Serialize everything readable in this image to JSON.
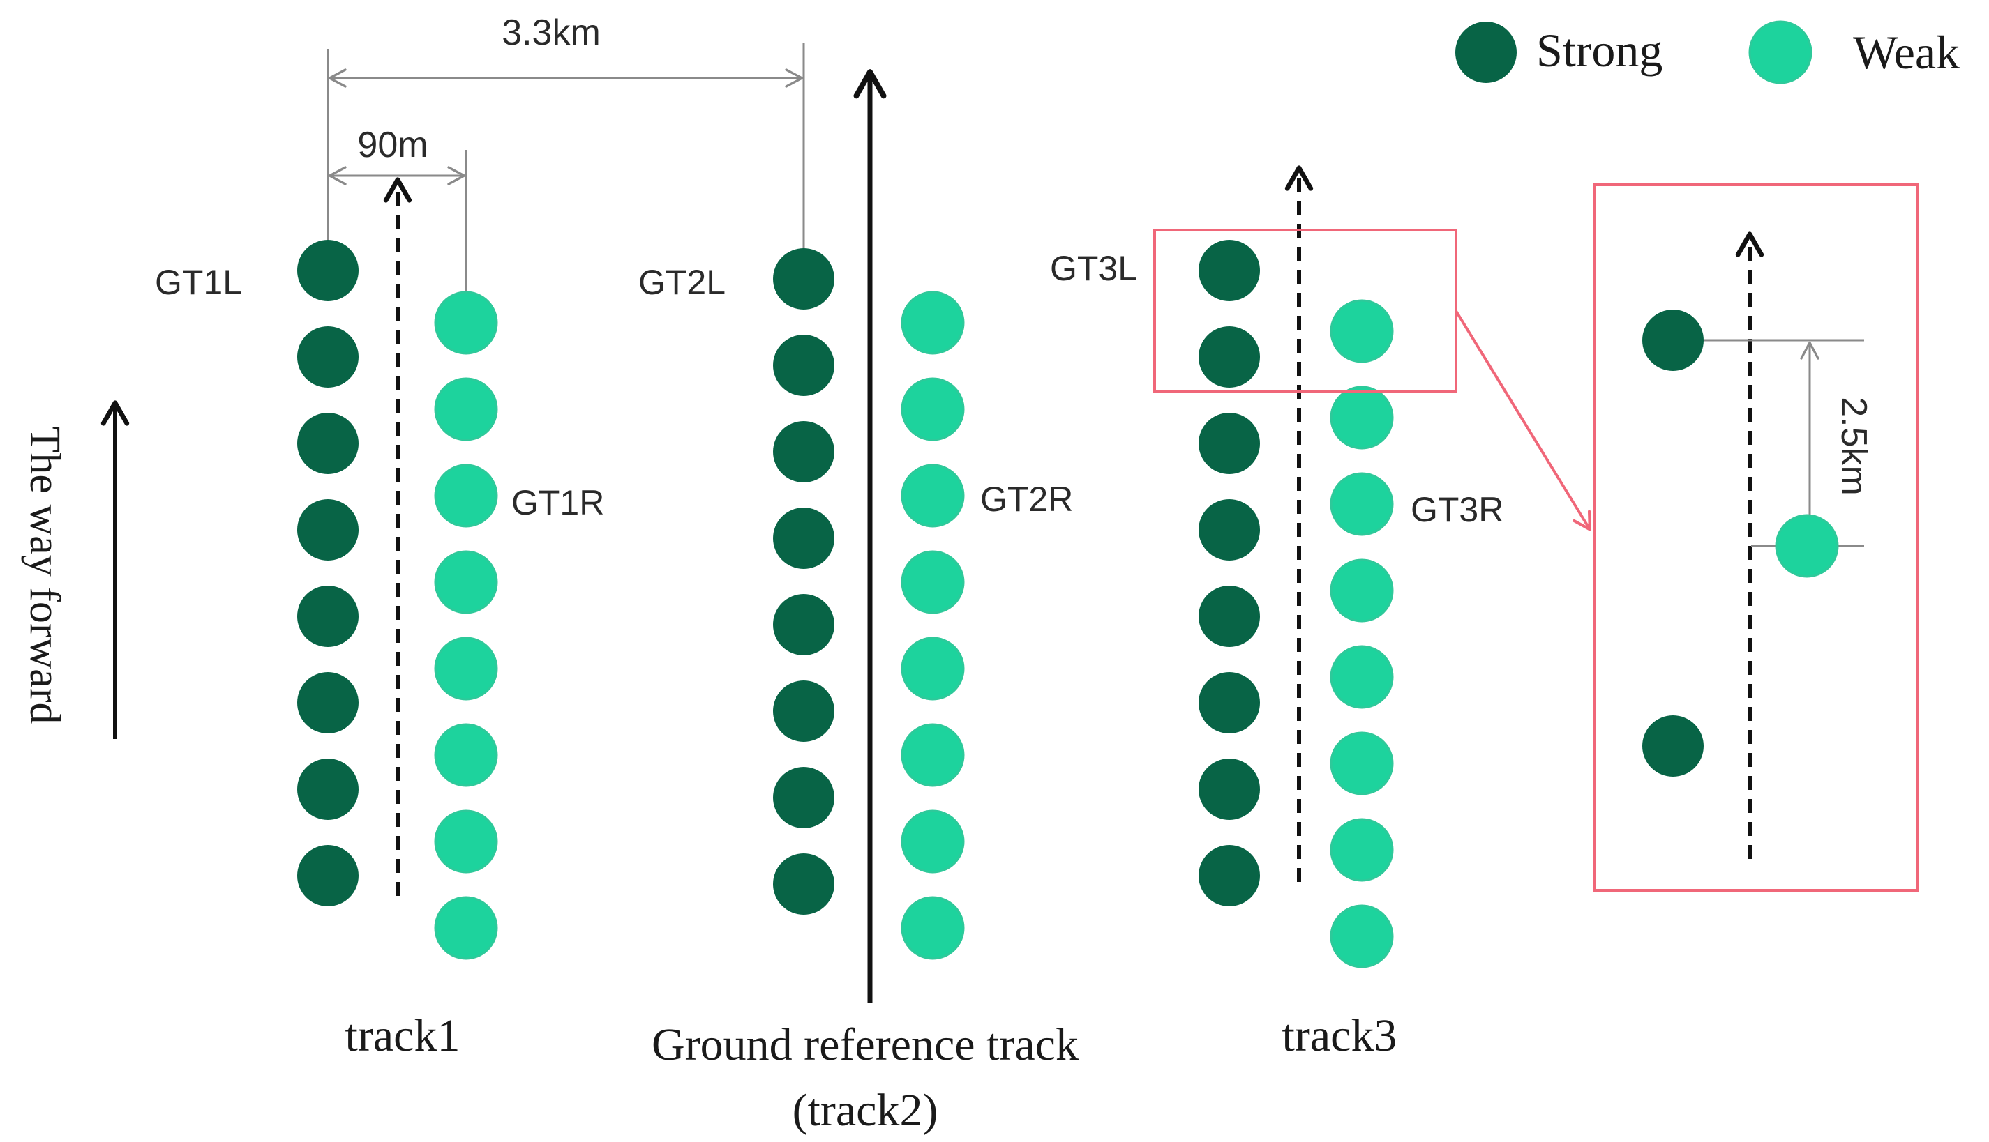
{
  "legend": {
    "strong_label": "Strong",
    "weak_label": "Weak"
  },
  "colors": {
    "strong": "#086446",
    "weak": "#1dd39d",
    "weak_stroke": "#2ec99a",
    "highlight": "#f06779",
    "track_line": "#111111",
    "dimension_line": "#8a8a8a"
  },
  "dimensions": {
    "cross_track_spacing": "3.3km",
    "pair_spacing": "90m",
    "along_track_offset": "2.5km"
  },
  "direction": {
    "label": "The way forward"
  },
  "tracks": [
    {
      "label": "track1",
      "left_beam": "GT1L",
      "right_beam": "GT1R",
      "strong_spots": 8,
      "weak_spots": 8
    },
    {
      "label": "Ground reference track",
      "sublabel": "(track2)",
      "left_beam": "GT2L",
      "right_beam": "GT2R",
      "strong_spots": 8,
      "weak_spots": 8
    },
    {
      "label": "track3",
      "left_beam": "GT3L",
      "right_beam": "GT3R",
      "strong_spots": 8,
      "weak_spots": 8
    }
  ]
}
